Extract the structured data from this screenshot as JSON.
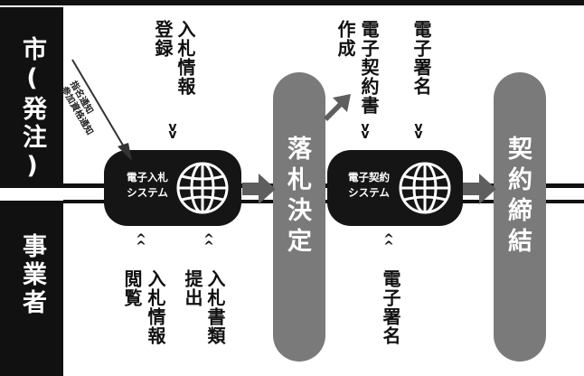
{
  "rows": {
    "city": "市(発注)",
    "business": "事業者"
  },
  "bidding_system": {
    "label_line1": "電子入札",
    "label_line2": "システム"
  },
  "contract_system": {
    "label_line1": "電子契約",
    "label_line2": "システム"
  },
  "stages": {
    "bid_decision": "落札決定",
    "contract_signing": "契約締結"
  },
  "notes": {
    "city_invitation_line1": "指名通知",
    "city_invitation_line2": "参加資格通知",
    "city_registration_line1": "入札情報",
    "city_registration_line2": "登録",
    "city_contract_creation_line1": "電子契約書",
    "city_contract_creation_line2": "作成",
    "city_signature": "電子署名",
    "business_browse_line1": "入札情報",
    "business_browse_line2": "閲覧",
    "business_submit_line1": "入札書類",
    "business_submit_line2": "提出",
    "business_signature": "電子署名"
  }
}
